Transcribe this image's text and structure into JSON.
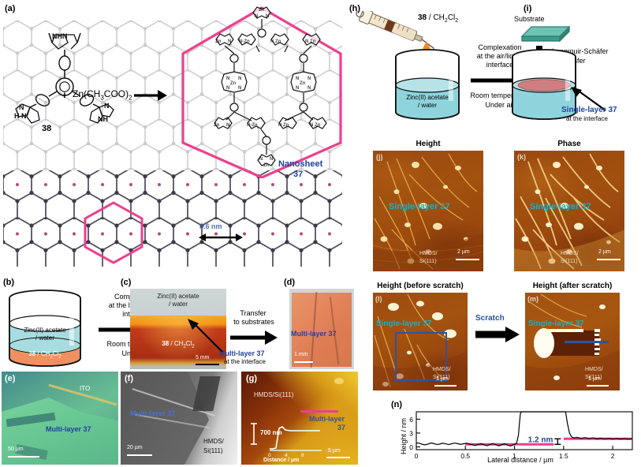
{
  "figure": {
    "panels": {
      "a": "(a)",
      "b": "(b)",
      "c": "(c)",
      "d": "(d)",
      "e": "(e)",
      "f": "(f)",
      "g": "(g)",
      "h": "(h)",
      "i": "(i)",
      "j": "(j)",
      "k": "(k)",
      "l": "(l)",
      "m": "(m)",
      "n": "(n)"
    }
  },
  "panel_a": {
    "monomer_label": "38",
    "reagent": "Zn(CH3COO)2",
    "reagent_html": "Zn(CH<sub>3</sub>COO)<sub>2</sub>",
    "plus": "+",
    "product_line1": "Nanosheet",
    "product_line2": "37",
    "lattice_dimension": "3.6 nm",
    "accent_hex_color": "#ef3e8c",
    "product_color": "#1f43a0",
    "atoms": [
      "NHN",
      "N",
      "NH",
      "H",
      "Zn"
    ]
  },
  "panel_b": {
    "top_liquid_label_line1": "Zinc(II) acetate",
    "top_liquid_label_line2": "/ water",
    "bottom_liquid_label": "38 / CH2Cl2",
    "bottom_liquid_bold": "38",
    "bottom_liquid_rest": " / CH",
    "water_color": "#a8dde0",
    "organic_color": "#ef9060"
  },
  "arrow_bc": {
    "line1": "Complexation",
    "line2": "at the liquid/liquid",
    "line3": "interface",
    "line4": "Room temperature",
    "line5": "Under air"
  },
  "panel_c": {
    "top_label_line1": "Zinc(II) acetate",
    "top_label_line2": "/ water",
    "bottom_label_bold": "38",
    "bottom_label_rest": " / CH2Cl2",
    "scalebar": "5 mm",
    "callout_line1": "Multi-layer 37",
    "callout_line2": "at the interface"
  },
  "arrow_cd": {
    "line1": "Transfer",
    "line2": "to substrates"
  },
  "panel_d": {
    "overlay_label": "Multi-layer 37",
    "scalebar": "1 mm"
  },
  "panel_e": {
    "substrate_label": "ITO",
    "overlay_label": "Multi-layer 37",
    "scalebar": "50 µm"
  },
  "panel_f": {
    "overlay_label": "Multi-layer 37",
    "substrate_line1": "HMDS/",
    "substrate_line2": "Si(111)",
    "scalebar": "20 µm"
  },
  "panel_g": {
    "substrate_label": "HMDS/Si(111)",
    "overlay_line1": "Multi-layer",
    "overlay_line2": "37",
    "height_label": "700 nm",
    "inset_xlabel": "Distance / µm",
    "inset_xticks": [
      "0",
      "4",
      "8"
    ],
    "scalebar": "5 µm"
  },
  "panel_h": {
    "syringe_label_bold": "38",
    "syringe_label_rest": " / CH2Cl2",
    "beaker_label_line1": "Zinc(II) acetate",
    "beaker_label_line2": "/ water",
    "droplet_color": "#f08a2a",
    "water_color": "#8fd4dc"
  },
  "arrow_hi": {
    "line1": "Complexation",
    "line2": "at the air/liquid",
    "line3": "interface",
    "line4": "Room temperature",
    "line5": "Under air"
  },
  "panel_i": {
    "substrate_label": "Substrate",
    "transfer_line1": "Langmuir-Schäfer",
    "transfer_line2": "transfer",
    "callout_line1": "Single-layer 37",
    "callout_line2": "at the interface",
    "film_color": "#cf7f82",
    "substrate_color": "#4aab9e"
  },
  "panel_j": {
    "title": "Height",
    "overlay_label": "Single-layer 37",
    "substrate_line1": "HMDS/",
    "substrate_line2": "Si(111)",
    "scalebar": "2 µm"
  },
  "panel_k": {
    "title": "Phase",
    "overlay_label": "Single-layer 37",
    "substrate_line1": "HMDS/",
    "substrate_line2": "Si(111)",
    "scalebar": "2 µm"
  },
  "panel_l": {
    "title": "Height (before scratch)",
    "overlay_label": "Single-layer 37",
    "substrate_line1": "HMDS/",
    "substrate_line2": "Si(111)",
    "scalebar": "1 µm",
    "roi_color": "#2f52a0"
  },
  "arrow_lm": {
    "label": "Scratch"
  },
  "panel_m": {
    "title": "Height (after scratch)",
    "overlay_label": "Single-layer 37",
    "substrate_line1": "HMDS/",
    "substrate_line2": "Si(111)",
    "scalebar": "1 µm",
    "profile_line_color": "#2f52a0"
  },
  "chart_data": {
    "type": "line",
    "title": "",
    "xlabel": "Lateral distance / µm",
    "ylabel": "Height / nm",
    "xlim": [
      0,
      2.2
    ],
    "ylim": [
      -0.6,
      7.6
    ],
    "xticks": [
      0,
      0.5,
      1,
      1.5,
      2
    ],
    "xtick_labels": [
      "0",
      "0.5",
      "1",
      "1.5",
      "2"
    ],
    "yticks": [
      0,
      3,
      6
    ],
    "ytick_labels": [
      "0",
      "3",
      "6"
    ],
    "grid": false,
    "annotation": "1.2 nm",
    "annotation_color": "#1f43a0",
    "guide_color": "#ef3e8c",
    "guides": [
      {
        "name": "lower-terrace",
        "x_start": 0.5,
        "x_end": 1.4,
        "y": 0.55
      },
      {
        "name": "upper-terrace",
        "x_start": 1.5,
        "x_end": 2.2,
        "y": 1.75
      }
    ],
    "step_height_nm": 1.2,
    "series": [
      {
        "name": "AFM line profile",
        "x": [
          0,
          0.03,
          0.06,
          0.09,
          0.12,
          0.15,
          0.18,
          0.21,
          0.24,
          0.27,
          0.3,
          0.33,
          0.36,
          0.39,
          0.42,
          0.45,
          0.48,
          0.51,
          0.54,
          0.57,
          0.6,
          0.63,
          0.66,
          0.69,
          0.72,
          0.75,
          0.78,
          0.81,
          0.84,
          0.87,
          0.9,
          0.93,
          0.96,
          0.99,
          1.02,
          1.04,
          1.05,
          1.06,
          1.07,
          1.52,
          1.54,
          1.56,
          1.58,
          1.6,
          1.64,
          1.68,
          1.72,
          1.76,
          1.8,
          1.84,
          1.88,
          1.92,
          1.96,
          2.0,
          2.04,
          2.08,
          2.12,
          2.16,
          2.2
        ],
        "y": [
          0.85,
          0.8,
          0.55,
          0.45,
          0.6,
          0.85,
          0.7,
          0.5,
          0.62,
          0.8,
          0.65,
          0.5,
          0.68,
          0.82,
          0.7,
          0.55,
          0.66,
          0.78,
          0.62,
          0.48,
          0.3,
          0.52,
          0.68,
          0.45,
          0.25,
          0.5,
          0.7,
          0.48,
          0.22,
          0.45,
          0.68,
          0.4,
          0.2,
          0.5,
          0.72,
          2.5,
          5.0,
          7.2,
          7.6,
          7.6,
          5.0,
          3.0,
          2.2,
          1.95,
          2.05,
          1.85,
          2.0,
          1.8,
          1.95,
          1.75,
          1.9,
          1.72,
          1.85,
          1.7,
          1.82,
          1.68,
          1.8,
          1.66,
          1.78
        ]
      }
    ]
  }
}
